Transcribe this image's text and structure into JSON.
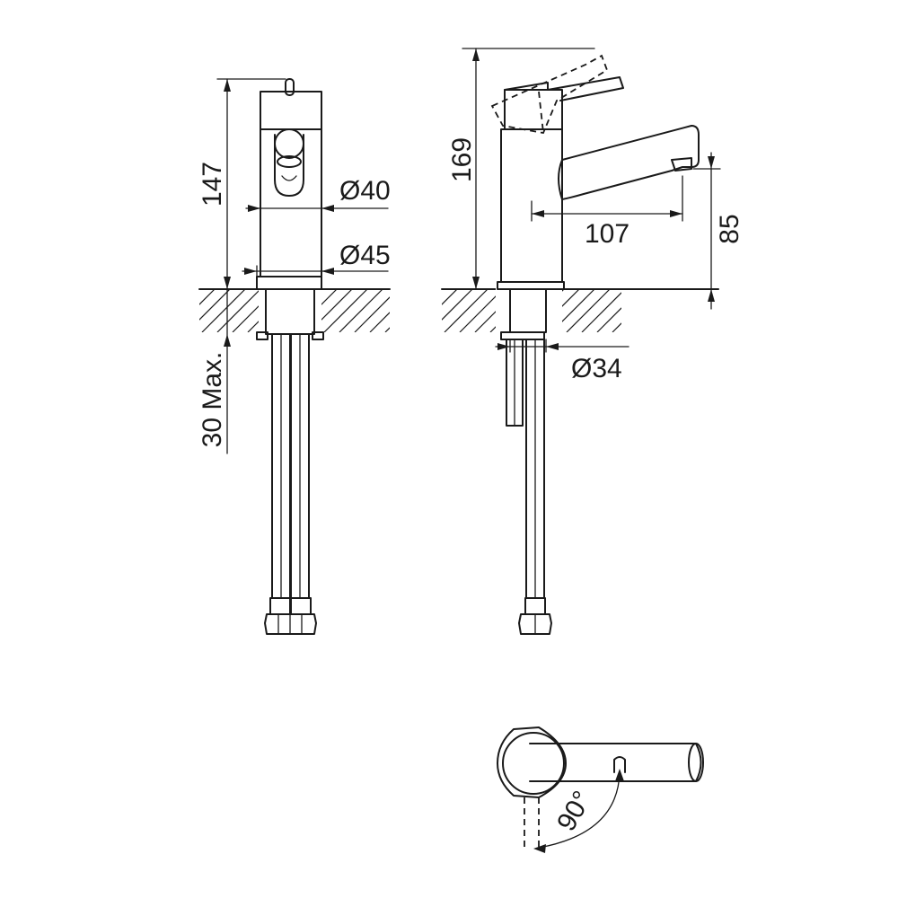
{
  "dimensions": {
    "height_total_front": "147",
    "body_diameter": "Ø40",
    "base_diameter": "Ø45",
    "max_deck_thickness": "30 Max.",
    "height_total_side": "169",
    "spout_reach": "107",
    "spout_height": "85",
    "shank_diameter": "Ø34",
    "handle_rotation": "90°"
  },
  "colors": {
    "line": "#1a1a1a",
    "background": "#ffffff"
  }
}
